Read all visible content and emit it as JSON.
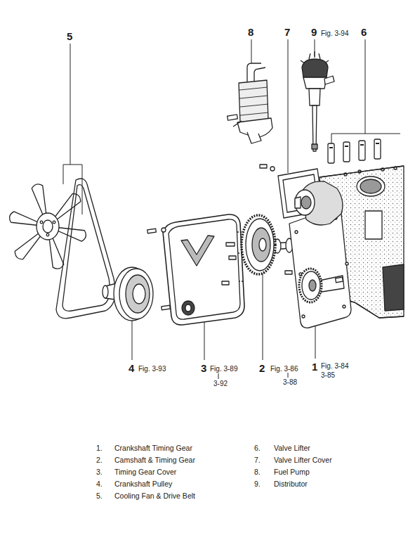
{
  "diagram": {
    "labels": [
      "5",
      "8",
      "7",
      "9",
      "Fig. 3-94",
      "6",
      "4",
      "Fig. 3-93",
      "3",
      "Fig. 3-89",
      "3-92",
      "2",
      "Fig. 3-86",
      "3-88",
      "1",
      "Fig. 3-84",
      "3-85",
      "1.",
      "Crankshaft Timing Gear",
      "2.",
      "Camshaft & Timing Gear",
      "3.",
      "Timing Gear Cover",
      "4.",
      "Crankshaft Pulley",
      "5.",
      "Cooling Fan & Drive Belt",
      "6.",
      "Valve Lifter",
      "7.",
      "Valve Lifter Cover",
      "8.",
      "Fuel Pump",
      "9.",
      "Distributor"
    ]
  }
}
